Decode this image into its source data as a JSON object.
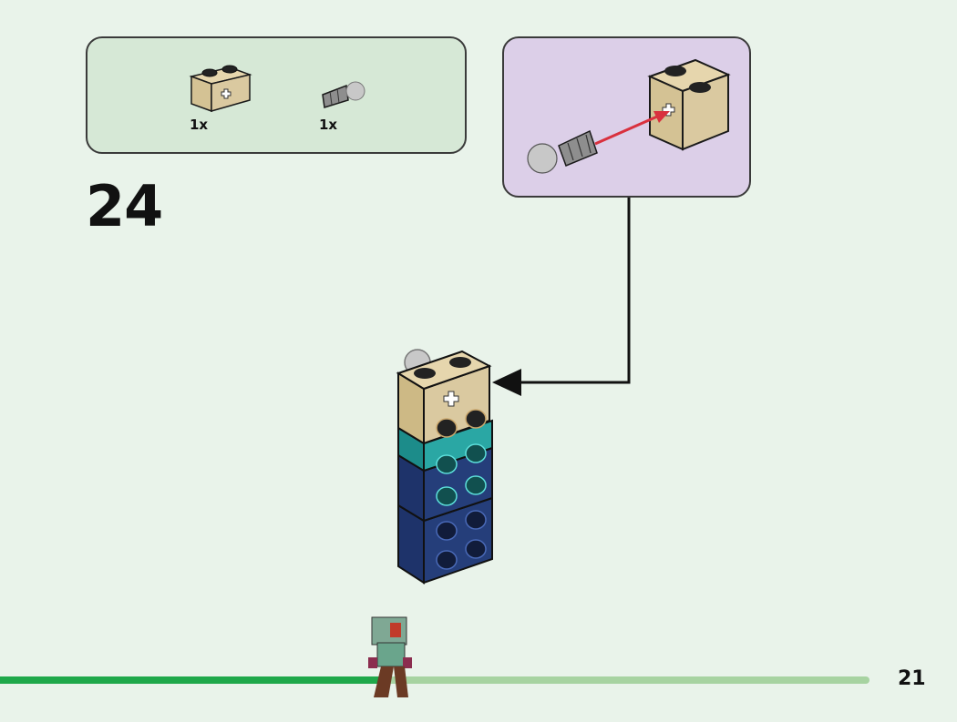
{
  "parts_list": {
    "items": [
      {
        "name": "tan-brick-1x2-cross-hole",
        "quantity": "1x"
      },
      {
        "name": "gray-ball-joint-pin",
        "quantity": "1x"
      }
    ]
  },
  "step": {
    "number": "24"
  },
  "page": {
    "number": "21"
  },
  "progress": {
    "fraction": 0.42
  },
  "colors": {
    "background": "#e9f3ea",
    "parts_box": "#d6e8d6",
    "callout": "#dccfe8",
    "tan_brick": "#dac9a0",
    "teal_brick": "#2aa7a4",
    "navy_brick": "#253e7a",
    "progress_done": "#1fa84a",
    "progress_remaining": "#a7d3a1",
    "arrow_red": "#d9313e"
  },
  "icons": [
    "tan-brick-icon",
    "ball-joint-pin-icon",
    "red-insert-arrow",
    "placement-arrow",
    "minifigure-icon"
  ]
}
